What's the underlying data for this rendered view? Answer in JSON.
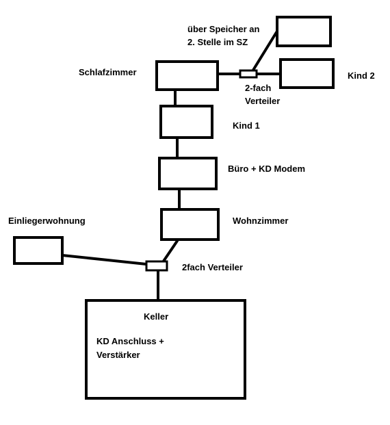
{
  "labels": {
    "speicher_line1": "über Speicher an",
    "speicher_line2": "2. Stelle im SZ",
    "schlafzimmer": "Schlafzimmer",
    "kind2": "Kind 2",
    "verteiler_top_line1": "2-fach",
    "verteiler_top_line2": "Verteiler",
    "kind1": "Kind 1",
    "buero": "Büro + KD Modem",
    "wohnzimmer": "Wohnzimmer",
    "einlieger": "Einliegerwohnung",
    "verteiler_bottom": "2fach Verteiler",
    "keller": "Keller",
    "keller_detail_line1": "KD Anschluss +",
    "keller_detail_line2": "Verstärker"
  },
  "colors": {
    "stroke": "#000000",
    "background": "#ffffff"
  }
}
